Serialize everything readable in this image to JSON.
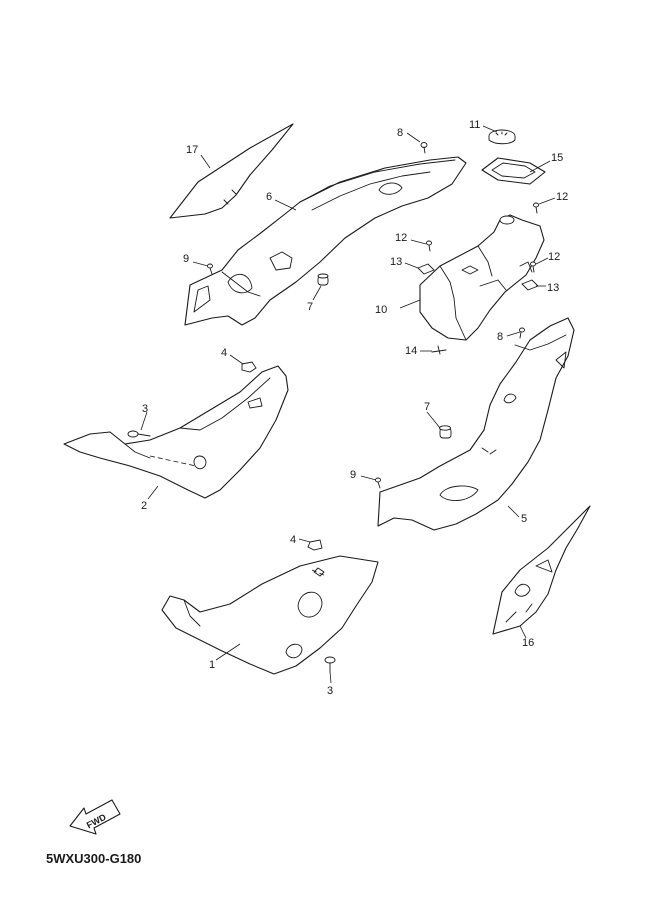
{
  "diagram_code": "5WXU300-G180",
  "fwd_label": "FWD",
  "callouts": [
    {
      "id": "c17",
      "label": "17"
    },
    {
      "id": "c8a",
      "label": "8"
    },
    {
      "id": "c11",
      "label": "11"
    },
    {
      "id": "c15",
      "label": "15"
    },
    {
      "id": "c6",
      "label": "6"
    },
    {
      "id": "c12a",
      "label": "12"
    },
    {
      "id": "c12b",
      "label": "12"
    },
    {
      "id": "c12c",
      "label": "12"
    },
    {
      "id": "c13a",
      "label": "13"
    },
    {
      "id": "c13b",
      "label": "13"
    },
    {
      "id": "c9a",
      "label": "9"
    },
    {
      "id": "c7a",
      "label": "7"
    },
    {
      "id": "c10",
      "label": "10"
    },
    {
      "id": "c8b",
      "label": "8"
    },
    {
      "id": "c14",
      "label": "14"
    },
    {
      "id": "c4a",
      "label": "4"
    },
    {
      "id": "c3a",
      "label": "3"
    },
    {
      "id": "c2",
      "label": "2"
    },
    {
      "id": "c7b",
      "label": "7"
    },
    {
      "id": "c9b",
      "label": "9"
    },
    {
      "id": "c5",
      "label": "5"
    },
    {
      "id": "c4b",
      "label": "4"
    },
    {
      "id": "c1",
      "label": "1"
    },
    {
      "id": "c16",
      "label": "16"
    },
    {
      "id": "c3b",
      "label": "3"
    }
  ]
}
